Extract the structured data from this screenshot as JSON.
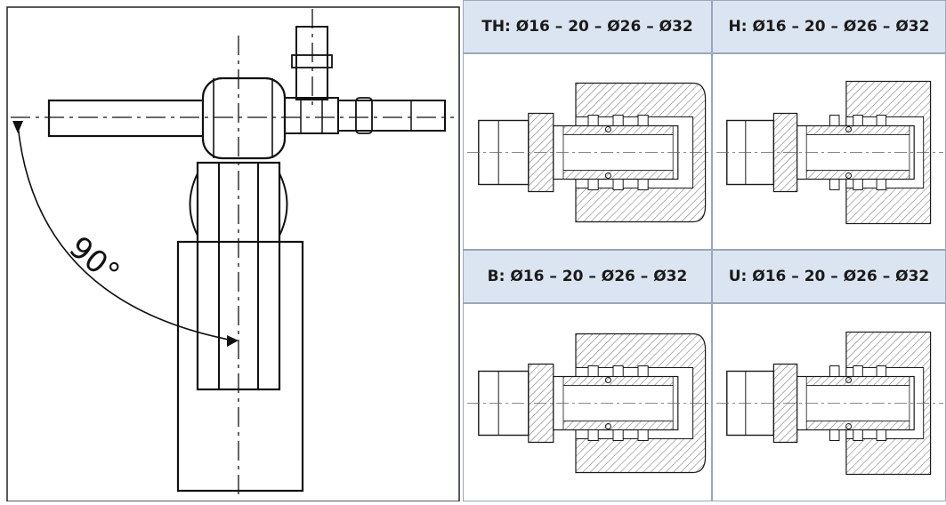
{
  "angle_label": "90°",
  "sections": [
    {
      "key": "th",
      "title": "TH: Ø16 – 20 – Ø26 – Ø32"
    },
    {
      "key": "h",
      "title": "H: Ø16 – 20 – Ø26 – Ø32"
    },
    {
      "key": "b",
      "title": "B: Ø16 – 20 – Ø26 – Ø32"
    },
    {
      "key": "u",
      "title": "U: Ø16 – 20 – Ø26 – Ø32"
    }
  ],
  "colors": {
    "header_bg": "#dbe5f1",
    "border": "#9aa7b8",
    "line": "#1a1a1a",
    "hatch": "#808080"
  }
}
